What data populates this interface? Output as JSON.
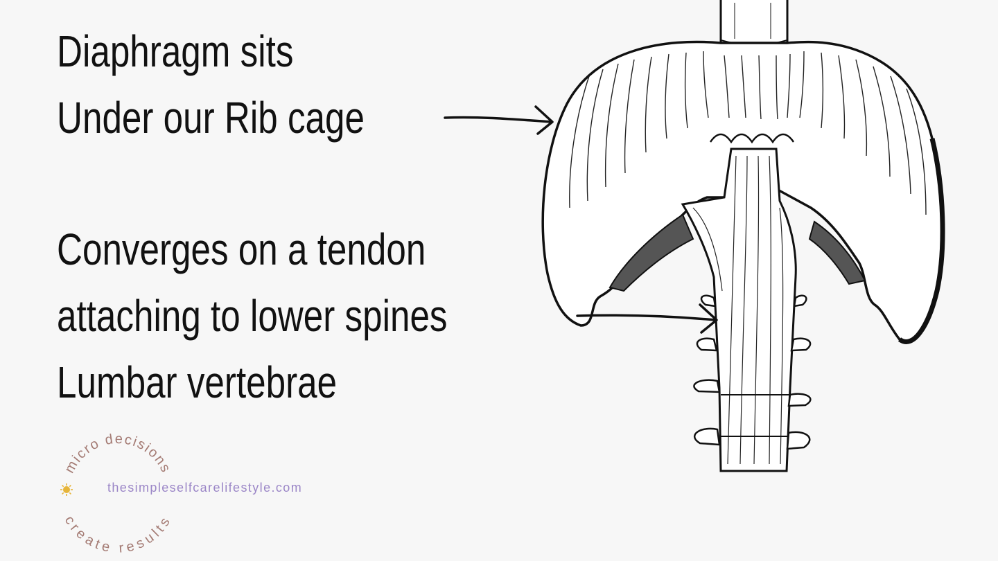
{
  "captions": {
    "top": [
      "Diaphragm sits",
      "Under our Rib cage"
    ],
    "bottom": [
      "Converges on a tendon",
      "attaching to lower spines",
      "Lumbar vertebrae"
    ]
  },
  "branding": {
    "ring_top": "micro decisions",
    "ring_bottom": "create results",
    "url": "thesimpleselfcarelifestyle.com",
    "colors": {
      "ring_text": "#a47b74",
      "url_text": "#9b86c7",
      "sun": "#e6b53a"
    }
  },
  "icons": {
    "watermark_center": "sun-icon",
    "pointers": "hand-drawn-arrow-icon"
  }
}
